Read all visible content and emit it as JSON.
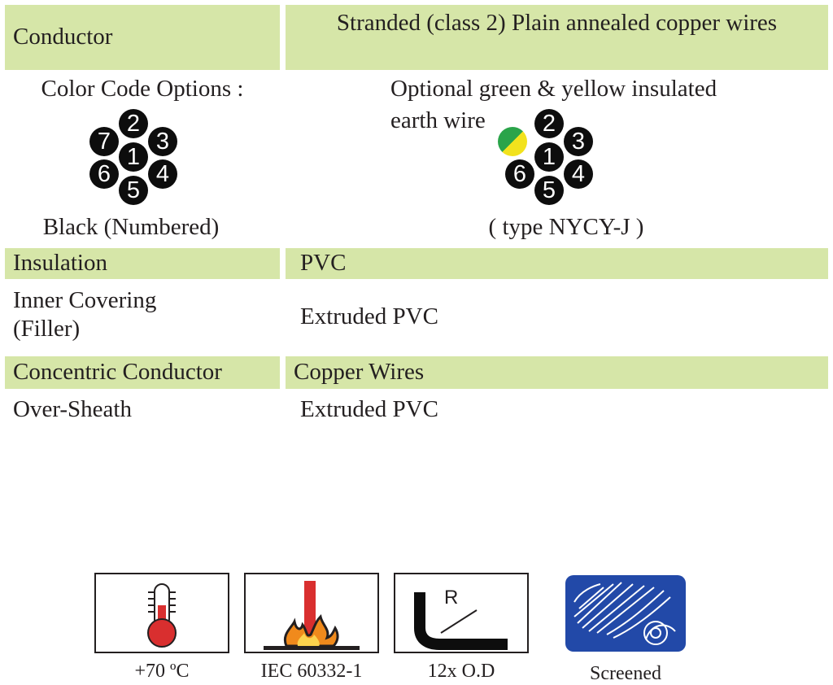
{
  "rows": {
    "conductor": {
      "label": "Conductor",
      "value": "Stranded (class 2) Plain annealed copper wires"
    },
    "color_code": {
      "left_title": "Color Code Options :",
      "left_caption": "Black (Numbered)",
      "right_title_line1": "Optional green & yellow insulated",
      "right_title_line2": "earth wire",
      "right_caption": "( type NYCY-J )",
      "wire_numbers": [
        "1",
        "2",
        "3",
        "4",
        "5",
        "6",
        "7"
      ],
      "colors": {
        "core": "#0d0d0d",
        "earth_green": "#2aa44a",
        "earth_yellow": "#f2e21d"
      }
    },
    "insulation": {
      "label": "Insulation",
      "value": "PVC"
    },
    "inner_covering": {
      "label_line1": "Inner Covering",
      "label_line2": "(Filler)",
      "value": "Extruded PVC"
    },
    "concentric": {
      "label": "Concentric Conductor",
      "value": "Copper Wires"
    },
    "over_sheath": {
      "label": "Over-Sheath",
      "value": "Extruded PVC"
    }
  },
  "icons": [
    {
      "name": "thermometer-icon",
      "caption": "+70 ºC"
    },
    {
      "name": "flame-icon",
      "caption": "IEC 60332-1"
    },
    {
      "name": "bend-radius-icon",
      "caption": "12x O.D",
      "glyph": "R"
    },
    {
      "name": "screen-icon",
      "caption": "Screened"
    }
  ],
  "theme": {
    "band_color": "#d6e6a8",
    "text_color": "#231f20"
  }
}
